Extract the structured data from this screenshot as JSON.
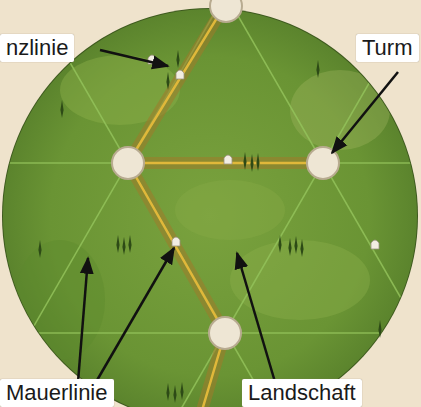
{
  "diagram": {
    "nodes": [
      {
        "text": [
          "nzlinie"
        ]
      },
      {
        "text": [
          "Turm"
        ]
      },
      {
        "text": [
          "Mauerlinie"
        ]
      },
      {
        "text": [
          "Landschaft"
        ]
      }
    ]
  }
}
